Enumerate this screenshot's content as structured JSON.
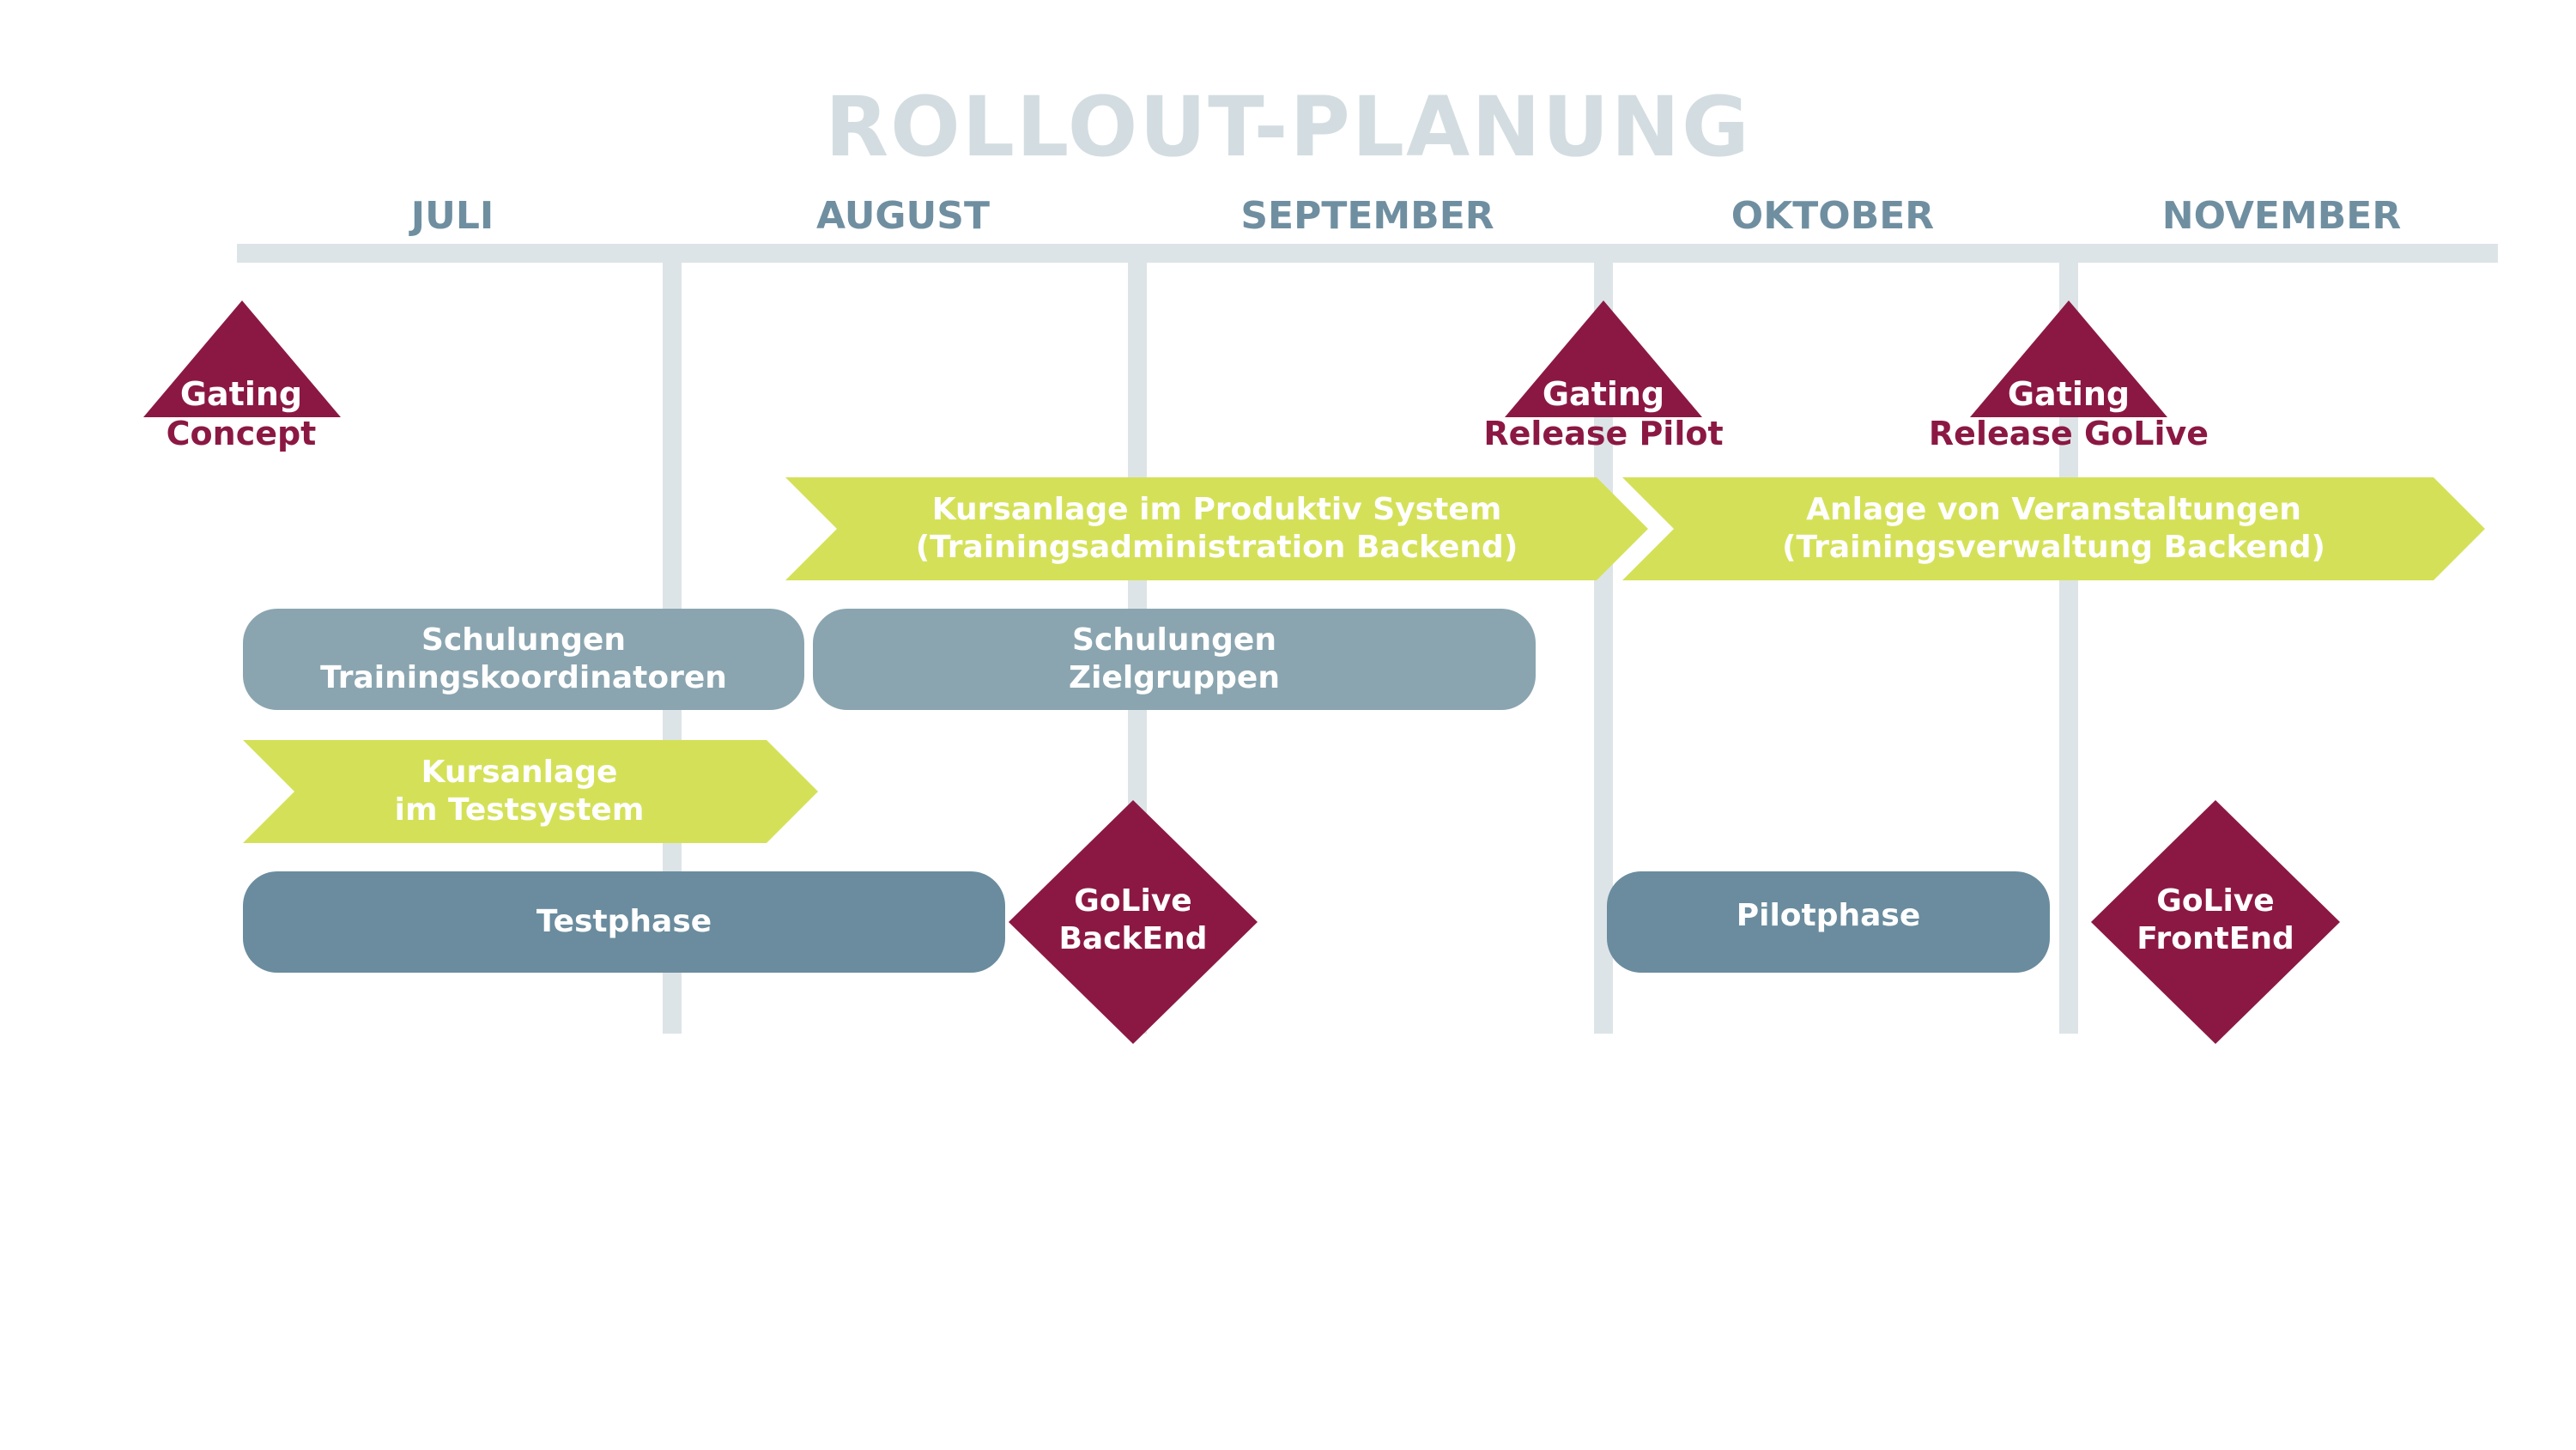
{
  "title": "ROLLOUT-PLANUNG",
  "months": [
    "JULI",
    "AUGUST",
    "SEPTEMBER",
    "OKTOBER",
    "NOVEMBER"
  ],
  "colors": {
    "title": "#d3dde1",
    "timeline": "#dde4e7",
    "month_text": "#6f8fa1",
    "milestone": "#8b1843",
    "arrow": "#d4e158",
    "phase_light": "#8aa5b0",
    "phase_dark": "#6a8c9e"
  },
  "gates": [
    {
      "line1": "Gating",
      "line2": "Concept"
    },
    {
      "line1": "Gating",
      "line2": "Release Pilot"
    },
    {
      "line1": "Gating",
      "line2": "Release GoLive"
    }
  ],
  "arrows": [
    {
      "line1": "Kursanlage im Produktiv System",
      "line2": "(Trainingsadministration Backend)"
    },
    {
      "line1": "Anlage von Veranstaltungen",
      "line2": "(Trainingsverwaltung Backend)"
    },
    {
      "line1": "Kursanlage",
      "line2": "im Testsystem"
    }
  ],
  "phases": [
    {
      "line1": "Schulungen",
      "line2": "Trainingskoordinatoren"
    },
    {
      "line1": "Schulungen",
      "line2": "Zielgruppen"
    },
    {
      "line1": "Testphase"
    },
    {
      "line1": "Pilotphase"
    }
  ],
  "golives": [
    {
      "line1": "GoLive",
      "line2": "BackEnd"
    },
    {
      "line1": "GoLive",
      "line2": "FrontEnd"
    }
  ]
}
